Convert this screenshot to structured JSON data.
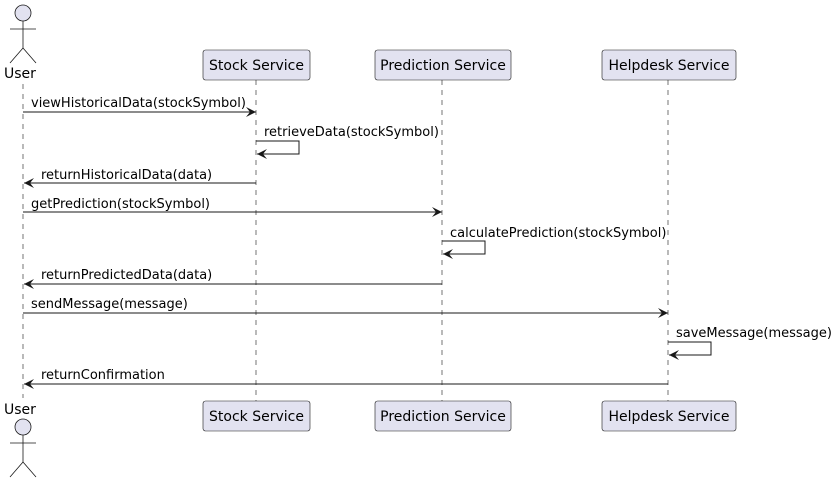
{
  "participants": {
    "user": "User",
    "stock": "Stock Service",
    "prediction": "Prediction Service",
    "helpdesk": "Helpdesk Service"
  },
  "messages": [
    {
      "label": "viewHistoricalData(stockSymbol)",
      "from": "user",
      "to": "stock"
    },
    {
      "label": "retrieveData(stockSymbol)",
      "from": "stock",
      "to": "stock"
    },
    {
      "label": "returnHistoricalData(data)",
      "from": "stock",
      "to": "user"
    },
    {
      "label": "getPrediction(stockSymbol)",
      "from": "user",
      "to": "prediction"
    },
    {
      "label": "calculatePrediction(stockSymbol)",
      "from": "prediction",
      "to": "prediction"
    },
    {
      "label": "returnPredictedData(data)",
      "from": "prediction",
      "to": "user"
    },
    {
      "label": "sendMessage(message)",
      "from": "user",
      "to": "helpdesk"
    },
    {
      "label": "saveMessage(message)",
      "from": "helpdesk",
      "to": "helpdesk"
    },
    {
      "label": "returnConfirmation",
      "from": "helpdesk",
      "to": "user"
    }
  ],
  "colors": {
    "participant_fill": "#E2E2F0",
    "participant_stroke": "#181818",
    "lifeline": "#181818",
    "arrow": "#181818"
  }
}
